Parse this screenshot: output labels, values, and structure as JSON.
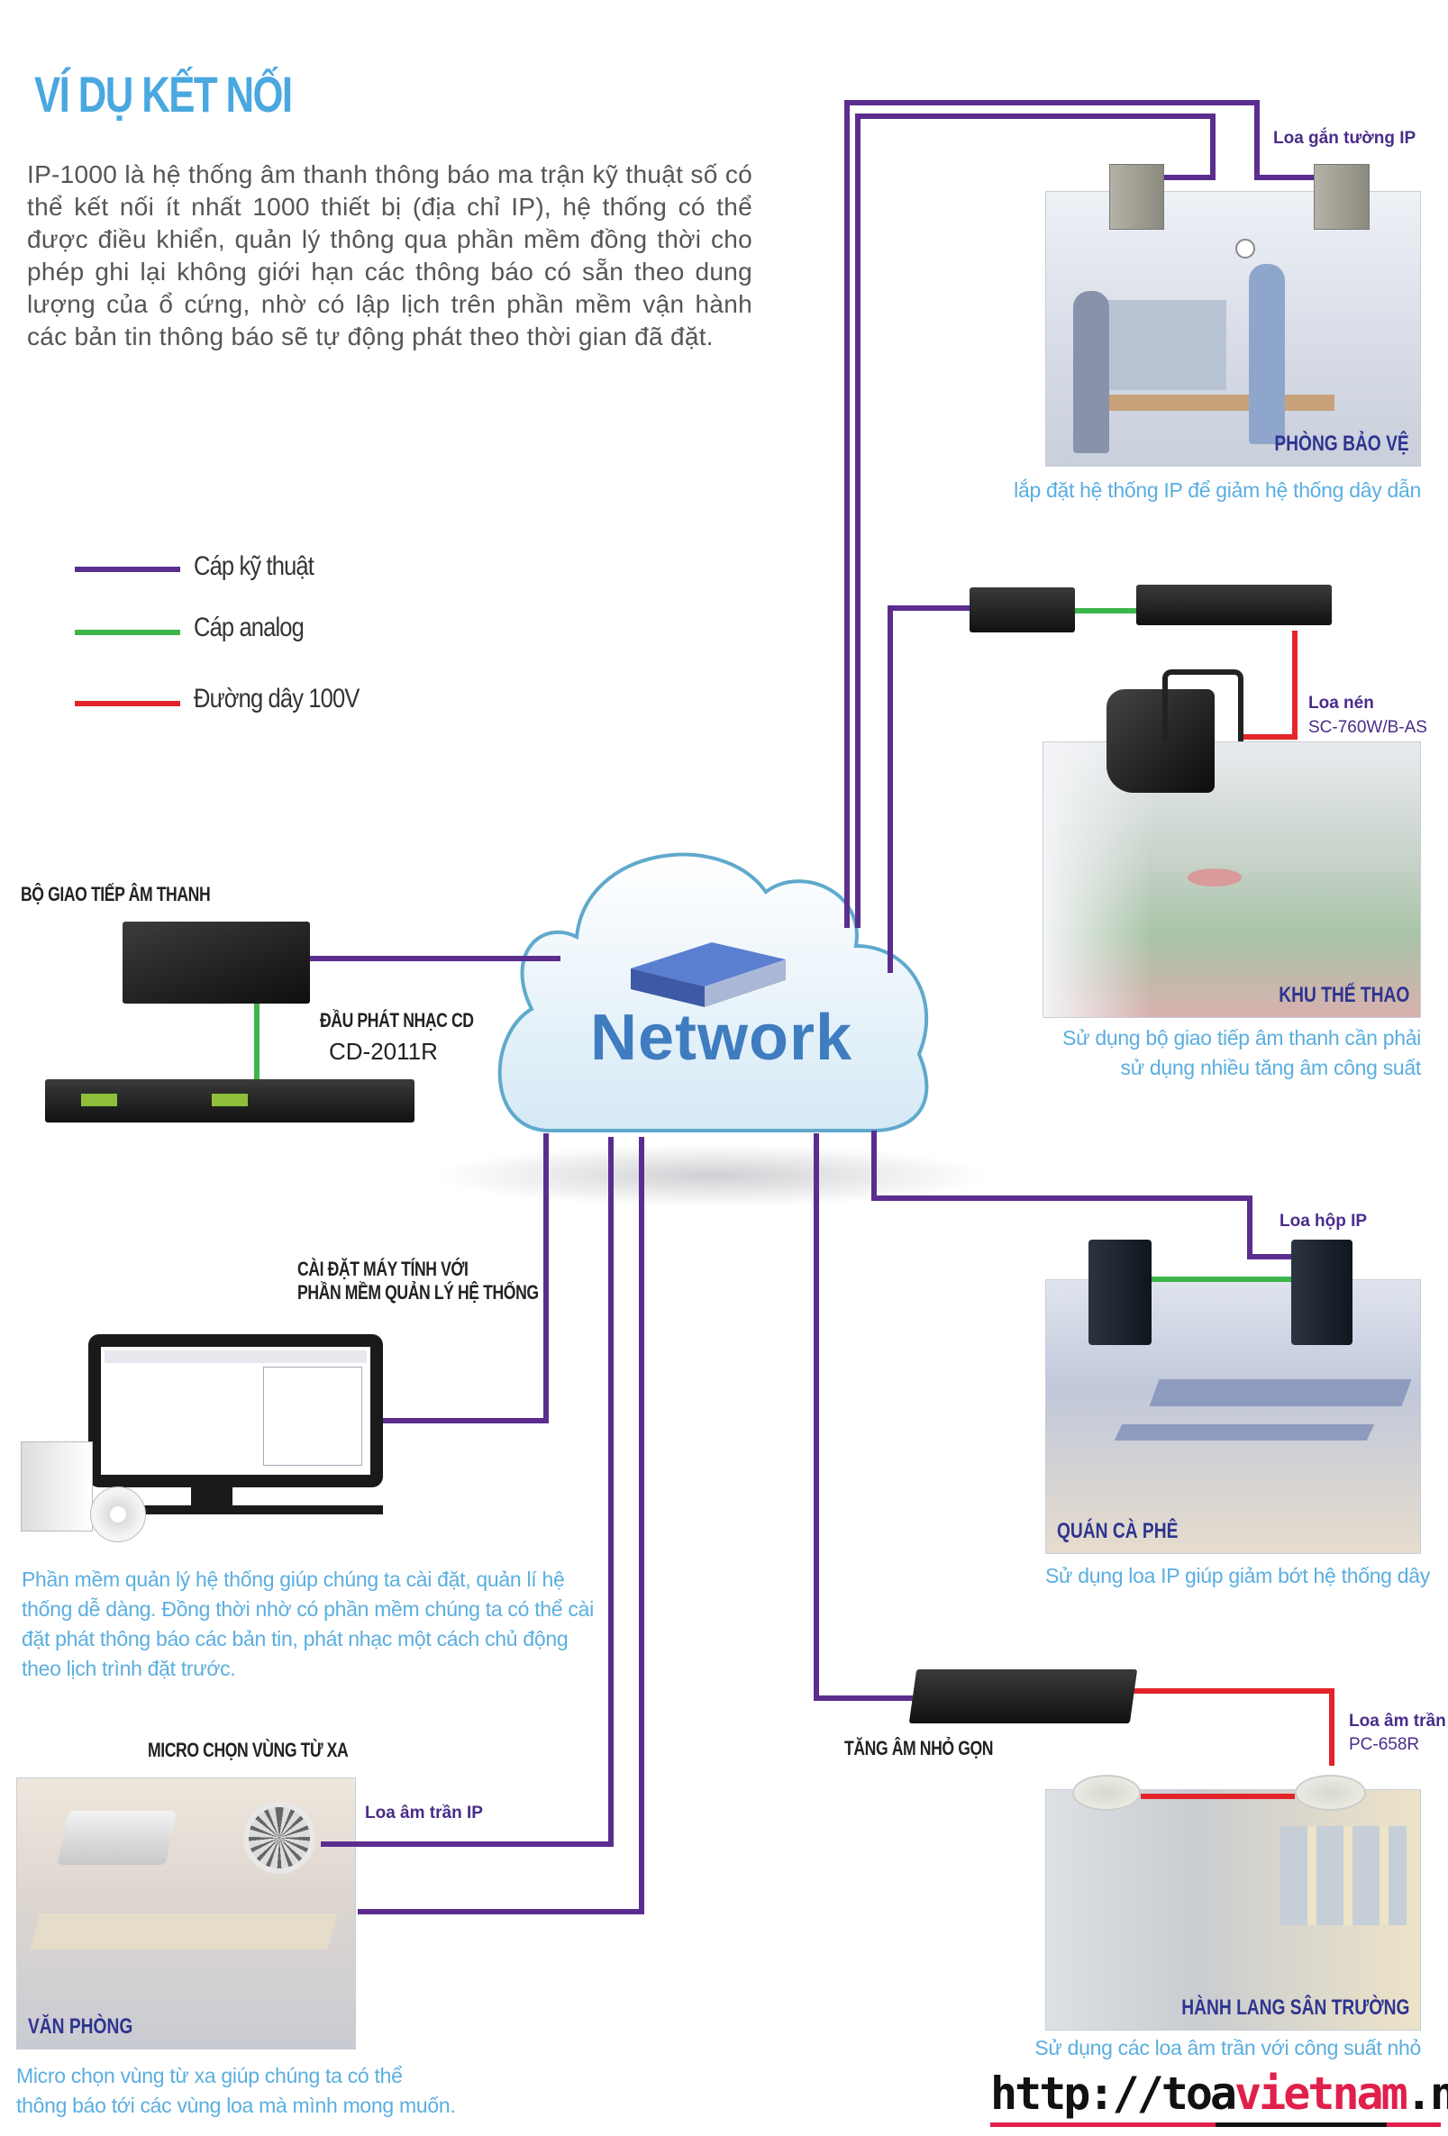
{
  "title": "VÍ DỤ KẾT NỐI",
  "intro": "IP-1000 là hệ thống âm thanh thông báo ma trận kỹ thuật số có thể kết nối ít nhất 1000 thiết bị (địa chỉ IP), hệ thống có thể được điều khiển, quản lý thông qua phần mềm đồng thời cho phép ghi lại không giới hạn các thông báo có sẵn theo dung lượng của ổ cứng, nhờ có lập lịch trên phần mềm vận hành các bản tin thông báo sẽ tự động phát theo thời gian đã đặt.",
  "legend": [
    {
      "label": "Cáp kỹ thuật",
      "color": "#5b2d8e"
    },
    {
      "label": "Cáp analog",
      "color": "#3db54a"
    },
    {
      "label": "Đường dây 100V",
      "color": "#e3242b"
    }
  ],
  "network": {
    "label": "Network",
    "icon": "network-switch-icon"
  },
  "left": {
    "interface_label": "BỘ GIAO TIẾP ÂM THANH",
    "cd_label": "ĐẦU PHÁT NHẠC CD",
    "cd_model": "CD-2011R",
    "pc_label_1": "CÀI ĐẶT MÁY TÍNH VỚI",
    "pc_label_2": "PHẦN MỀM QUẢN LÝ HỆ THỐNG",
    "pc_caption": "Phần mềm quản lý hệ thống giúp chúng ta cài đặt, quản lí hệ thống dễ dàng. Đồng thời nhờ có phần mềm chúng ta có thể cài đặt phát thông báo các bản tin, phát nhạc một cách chủ động theo lịch trình đặt trước.",
    "mic_label": "MICRO CHỌN VÙNG TỪ XA",
    "office_title": "VĂN PHÒNG",
    "ceiling_ip_label": "Loa âm trần IP",
    "office_caption_1": "Micro chọn vùng từ xa giúp chúng ta có thể",
    "office_caption_2": "thông báo tới các vùng loa mà mình mong muốn."
  },
  "right": {
    "wall_label": "Loa gắn tường IP",
    "security_title": "PHÒNG BẢO VỆ",
    "security_caption": "lắp đặt hệ thống IP để giảm hệ thống dây dẫn",
    "horn_label": "Loa nén",
    "horn_model": "SC-760W/B-AS",
    "sports_title": "KHU THỂ THAO",
    "sports_caption_1": "Sử dụng bộ giao tiếp âm thanh cần phải",
    "sports_caption_2": "sử dụng nhiều tăng âm công suất",
    "box_label": "Loa hộp IP",
    "cafe_title": "QUÁN CÀ PHÊ",
    "cafe_caption": "Sử dụng loa IP giúp giảm bớt hệ thống dây",
    "amp_label": "TĂNG ÂM NHỎ GỌN",
    "ceiling_label": "Loa âm trần",
    "ceiling_model": "PC-658R",
    "hall_title": "HÀNH LANG SÂN TRƯỜNG",
    "hall_caption": "Sử dụng các loa âm trần với công suất nhỏ"
  },
  "watermark": {
    "prefix": "http://toa",
    "accent": "vietnam",
    "suffix": ".net",
    "accent_color": "#e0204a"
  }
}
